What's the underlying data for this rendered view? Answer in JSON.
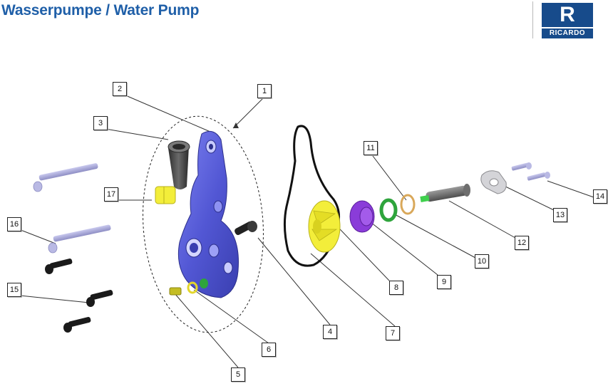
{
  "header": {
    "title": "Wasserpumpe / Water Pump"
  },
  "logo": {
    "letter": "R",
    "word": "RICARDO"
  },
  "labels": [
    "1",
    "2",
    "3",
    "4",
    "5",
    "6",
    "7",
    "8",
    "9",
    "10",
    "11",
    "12",
    "13",
    "14",
    "15",
    "16",
    "17"
  ],
  "colors": {
    "title": "#1f5fa8",
    "housing": "#5a5fd8",
    "impeller": "#f3ee3a",
    "seal": "#8a3cd9",
    "o_ring": "#2ea43c",
    "washer": "#d9a85a",
    "bolt": "#a7a7da",
    "black_part": "#1a1a1a",
    "sleeve": "#4a4a4a",
    "logo": "#174b8b"
  }
}
